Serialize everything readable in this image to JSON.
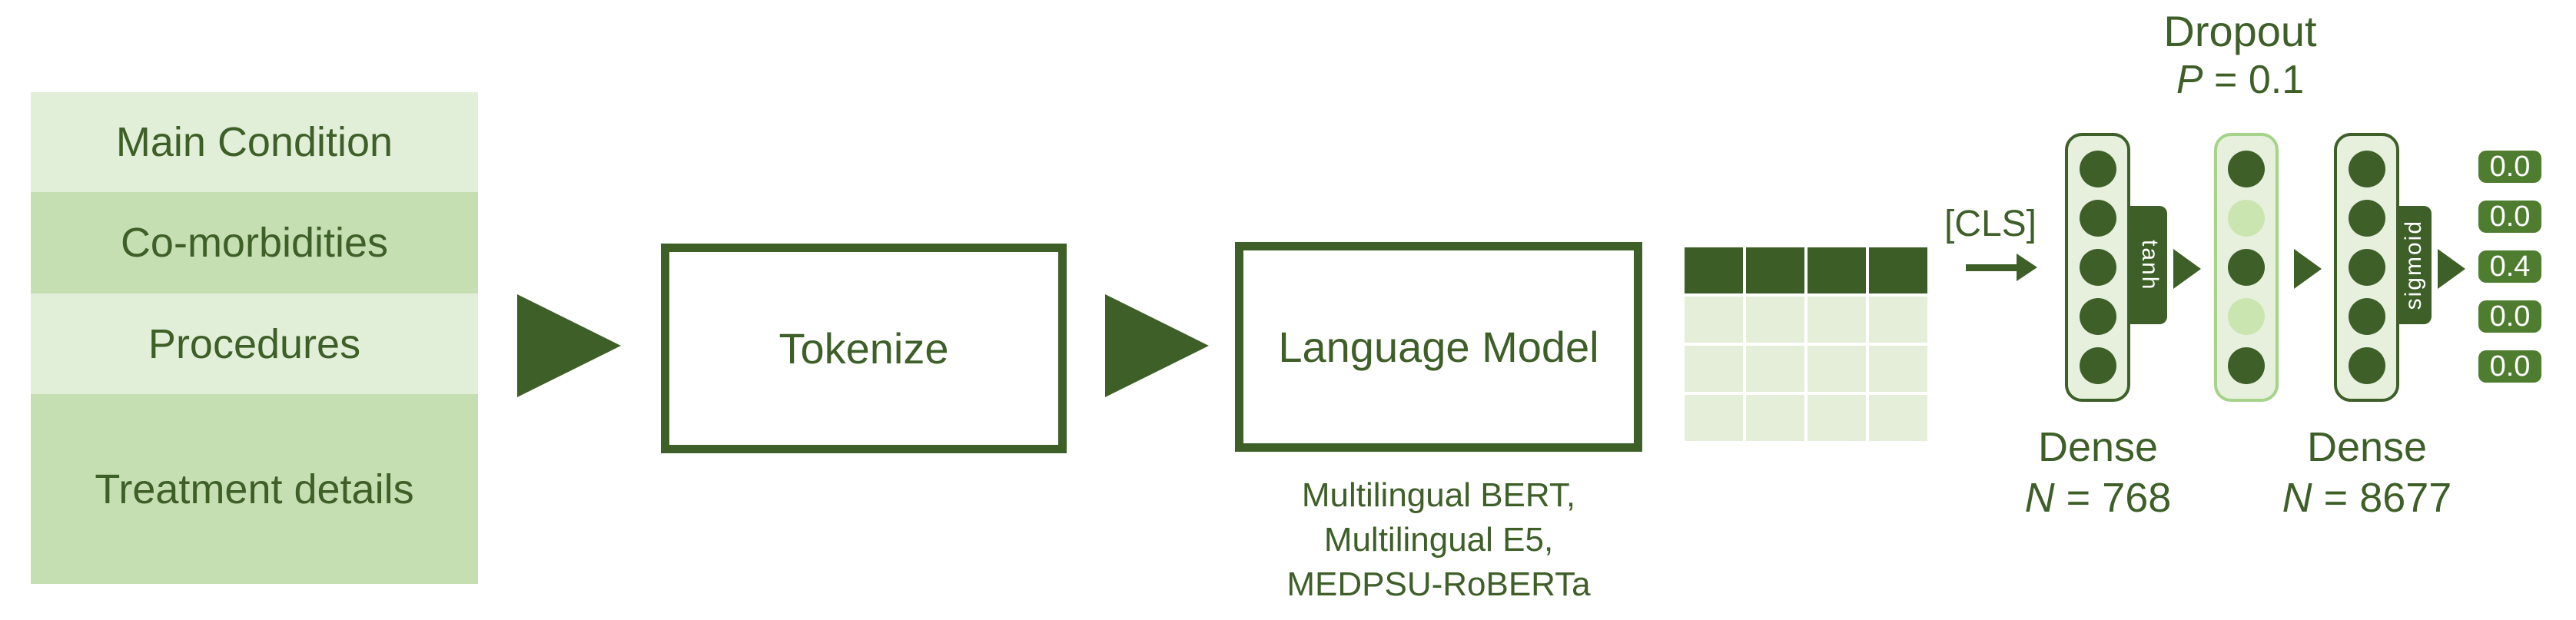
{
  "colors": {
    "dark_green": "#3e5f28",
    "badge_green": "#4e7d2f",
    "stack_light": "#e2efd8",
    "stack_medium": "#c5deb2",
    "layer_fill": "#e6f0dd",
    "dropout_border": "#a5d389",
    "dropped_neuron": "#cbe5b0",
    "matrix_light_cell": "#e4eed8",
    "matrix_dark_cell": "#3c5d26"
  },
  "input_stack": {
    "items": [
      {
        "label": "Main Condition",
        "tone": "light"
      },
      {
        "label": "Co-morbidities",
        "tone": "medium"
      },
      {
        "label": "Procedures",
        "tone": "light"
      },
      {
        "label": "Treatment details",
        "tone": "medium"
      }
    ]
  },
  "pipeline": {
    "tokenize_label": "Tokenize",
    "language_model_label": "Language Model",
    "language_model_variants": [
      "Multilingual BERT,",
      "Multilingual E5,",
      "MEDPSU-RoBERTa"
    ]
  },
  "embedding_matrix": {
    "rows": 4,
    "cols": 4,
    "highlighted_row": 1
  },
  "cls_label": "[CLS]",
  "dropout": {
    "title": "Dropout",
    "param_symbol": "P",
    "param_rest": " = 0.1"
  },
  "layers": [
    {
      "caption": "Dense",
      "units_symbol": "N",
      "units_rest": " = 768",
      "activation": "tanh",
      "neurons": [
        "on",
        "on",
        "on",
        "on",
        "on"
      ]
    },
    {
      "caption": "Dropout",
      "neurons": [
        "on",
        "off",
        "on",
        "off",
        "on"
      ]
    },
    {
      "caption": "Dense",
      "units_symbol": "N",
      "units_rest": " = 8677",
      "activation": "sigmoid",
      "neurons": [
        "on",
        "on",
        "on",
        "on",
        "on"
      ]
    }
  ],
  "outputs": [
    "0.0",
    "0.0",
    "0.4",
    "0.0",
    "0.0"
  ]
}
